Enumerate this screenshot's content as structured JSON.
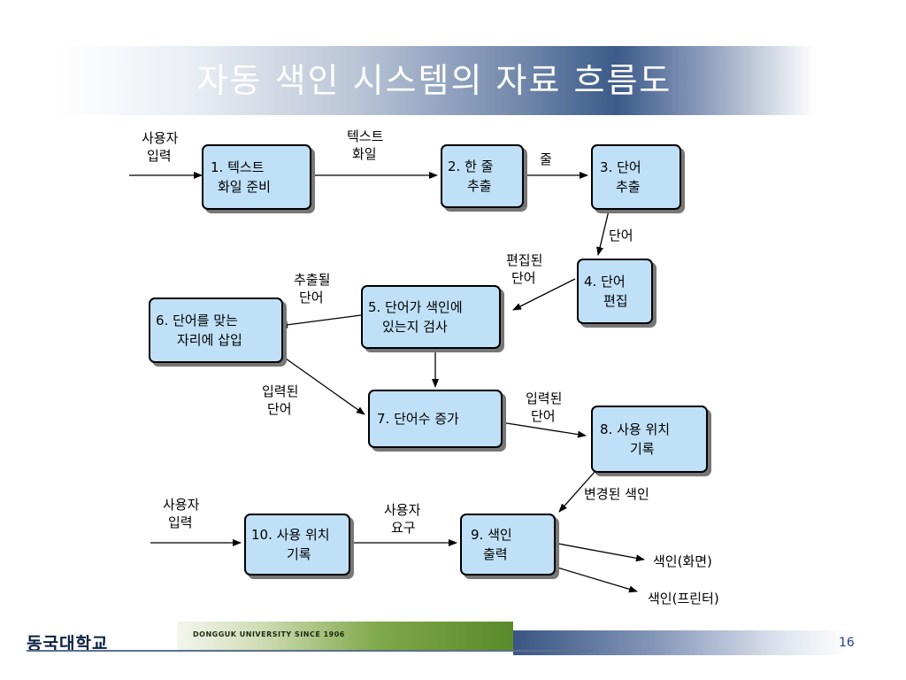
{
  "slide": {
    "title": "자동 색인 시스템의 자료 흐름도",
    "page_number": "16"
  },
  "footer": {
    "logo_text": "동국대학교",
    "tagline": "DONGGUK UNIVERSITY  SINCE 1906"
  },
  "diagram": {
    "boxes": {
      "b1": [
        "1. 텍스트",
        "화일 준비"
      ],
      "b2": [
        "2. 한 줄",
        "추출"
      ],
      "b3": [
        "3. 단어",
        "추출"
      ],
      "b4": [
        "4. 단어",
        "편집"
      ],
      "b5": [
        "5. 단어가 색인에",
        "있는지 검사"
      ],
      "b6": [
        "6. 단어를 맞는",
        "자리에 삽입"
      ],
      "b7": [
        "7. 단어수 증가"
      ],
      "b8": [
        "8. 사용 위치",
        "기록"
      ],
      "b9": [
        "9. 색인",
        "출력"
      ],
      "b10": [
        "10. 사용 위치",
        "기록"
      ]
    },
    "labels": {
      "user_input_top": [
        "사용자",
        "입력"
      ],
      "text_file": [
        "텍스트",
        "화일"
      ],
      "line": "줄",
      "word_3_4": "단어",
      "edited_word": [
        "편집된",
        "단어"
      ],
      "extracted_word": [
        "추출될",
        "단어"
      ],
      "entered_word_left": [
        "입력된",
        "단어"
      ],
      "entered_word_right": [
        "입력된",
        "단어"
      ],
      "changed_index": "변경된 색인",
      "user_input_bottom": [
        "사용자",
        "입력"
      ],
      "user_request": [
        "사용자",
        "요구"
      ],
      "index_screen": "색인(화면)",
      "index_printer": "색인(프린터)"
    }
  },
  "colors": {
    "box_fill": "#bfe0f7",
    "title_band_dark": "#3c5a8a",
    "page_number": "#2a3f8f",
    "footer_green": "#5a8a2a"
  }
}
